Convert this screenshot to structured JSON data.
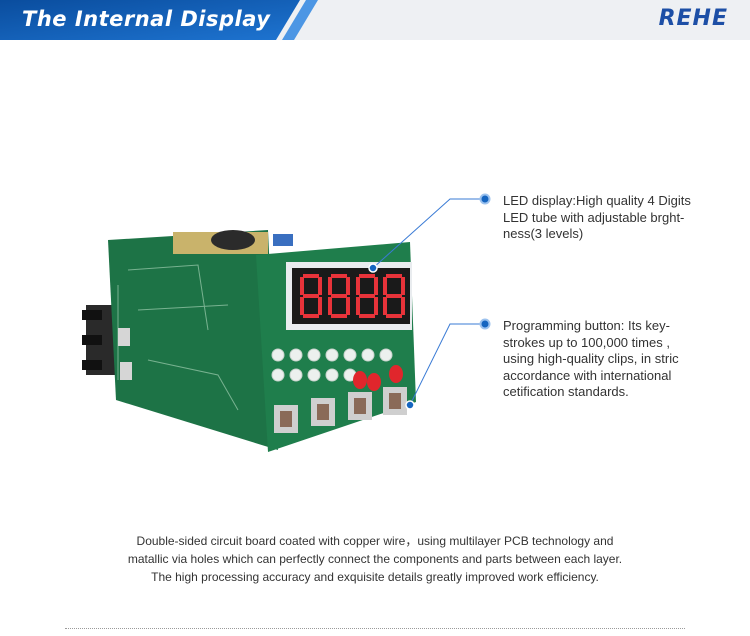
{
  "header": {
    "title": "The Internal Display",
    "brand": "REHE"
  },
  "product": {
    "display_digits": [
      "8",
      "8",
      "8",
      "8"
    ],
    "pcb_color": "#1f7e4c",
    "digit_color": "#e8333a"
  },
  "callouts": [
    {
      "lines": [
        "LED display:High quality 4 Digits",
        "LED tube with adjustable brght-",
        "ness(3 levels)"
      ]
    },
    {
      "lines": [
        "Programming button:  Its key-",
        "strokes up to 100,000 times ,",
        "using high-quality clips, in stric",
        "accordance with international",
        "cetification standards."
      ]
    }
  ],
  "description": {
    "lines": [
      "Double-sided circuit board coated with copper wire，using multilayer PCB technology and",
      "matallic via holes which can perfectly connect the components and parts between each layer.",
      "The high processing accuracy and exquisite details greatly improved work efficiency."
    ]
  },
  "colors": {
    "accent": "#1565c0",
    "banner_dark": "#0b55a8",
    "banner_light": "#2f86e0"
  }
}
